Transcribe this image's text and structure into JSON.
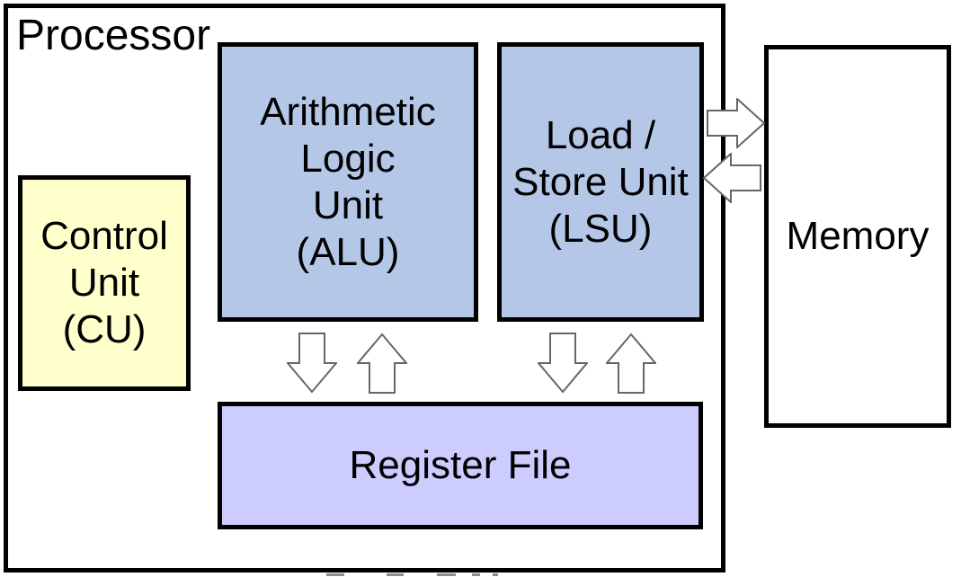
{
  "title": "Processor",
  "blocks": {
    "processor": {
      "label": "Processor",
      "fill": "#FFFFFF"
    },
    "control_unit": {
      "lines": [
        "Control",
        "Unit",
        "(CU)"
      ],
      "fill": "#FFFFCC"
    },
    "alu": {
      "lines": [
        "Arithmetic",
        "Logic",
        "Unit",
        "(ALU)"
      ],
      "fill": "#B4C7E7"
    },
    "lsu": {
      "lines": [
        "Load /",
        "Store Unit",
        "(LSU)"
      ],
      "fill": "#B4C7E7"
    },
    "register_file": {
      "lines": [
        "Register File"
      ],
      "fill": "#CCCCFF"
    },
    "memory": {
      "lines": [
        "Memory"
      ],
      "fill": "#FFFFFF"
    }
  },
  "arrows": {
    "alu_to_register_file": {
      "direction": "down"
    },
    "register_file_to_alu": {
      "direction": "up"
    },
    "lsu_to_register_file": {
      "direction": "down"
    },
    "register_file_to_lsu": {
      "direction": "up"
    },
    "lsu_to_memory": {
      "direction": "right"
    },
    "memory_to_lsu": {
      "direction": "left"
    }
  },
  "colors": {
    "background": "#FFFFFF",
    "border": "#000000",
    "text": "#000000",
    "arrow_fill": "#FFFFFF",
    "arrow_outline": "#666666"
  }
}
